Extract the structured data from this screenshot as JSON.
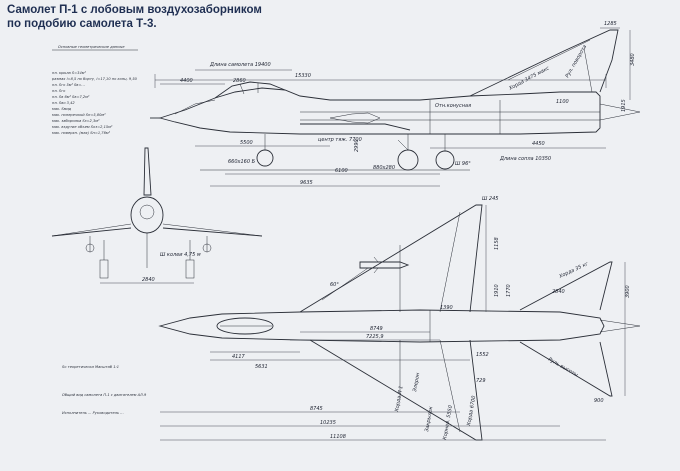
{
  "title": {
    "line1": "Самолет П-1 с лобовым воздухозаборником",
    "line2": "по подобию самолета Т-3."
  },
  "notes": {
    "header": "Основные геометрические данные",
    "lines": [
      "пл. крыла  S=34м²",
      "размах l=8,5 по борту, l=17,10 по конц. 9,50",
      "пл. Sго 5м²  Sв=...",
      "пл. Sго",
      "пл. Sв 6м²  Sв=7,2м²",
      "пл. Sво 3,42",
      "мах. Sмид",
      "мах. поперечный  Sп=5,80м²",
      "мах. заборника  Sз=2,3м²",
      "мах. вздутие объем  Sоз=2,15м²",
      "мах. поверхн. (мах)  Sп=1,76м²"
    ],
    "footer1": "Sо теоретически   Масштаб 1:1",
    "footer2": "Общий вид самолета П-1 с двигателем АЛ-9",
    "footer3": "Исполнитель ...  Руководитель ..."
  },
  "dims": {
    "side_total": "15330",
    "side_length_label": "Длина самолета 19400",
    "side_4400": "4400",
    "side_2860": "2860",
    "side_a1": "5500",
    "side_a2": "6100",
    "side_9635": "9635",
    "side_4450": "4450",
    "side_nozzle": "Длина сопла 10350",
    "side_fin_top": "1285",
    "side_fin_h": "3480",
    "side_sweep": "Хорда 3475 макс",
    "side_rudder": "Рул. поворота",
    "side_engine": "Отн.конусная",
    "side_gear1": "660x160 Б",
    "side_gear2": "880x280",
    "side_gear3": "Ш 96°",
    "side_ctr": "центр тяж. 7700",
    "side_1100": "1100",
    "side_2990": "2990",
    "side_1915": "1915",
    "front_wheel": "Ш колеи 4,75 м",
    "front_2840": "2840",
    "plan_245": "Ш 245",
    "plan_1158": "1158",
    "plan_1910": "1910",
    "plan_1770": "1770",
    "plan_3900": "3900",
    "plan_2840": "2840",
    "plan_stab": "Хорда 35 кг",
    "plan_60": "60°",
    "plan_1390": "1390",
    "plan_8749": "8749",
    "plan_7225": "7225,9",
    "plan_4117": "4117",
    "plan_5631": "5631",
    "plan_8745": "8745",
    "plan_10235": "10235",
    "plan_11108": "11108",
    "plan_1552": "1552",
    "plan_729": "729",
    "plan_900": "900",
    "plan_wing_label1": "Хорда Л 1",
    "plan_wing_label2": "Элерон",
    "plan_wing_label3": "Закрылок",
    "plan_wing_label4": "Хорда 6700",
    "plan_wing_label5": "Корнев. 5550",
    "plan_rudder": "Руль высоты"
  },
  "colors": {
    "paper": "#eef0f3",
    "ink": "#2b2f38",
    "title": "#1f2f52"
  }
}
